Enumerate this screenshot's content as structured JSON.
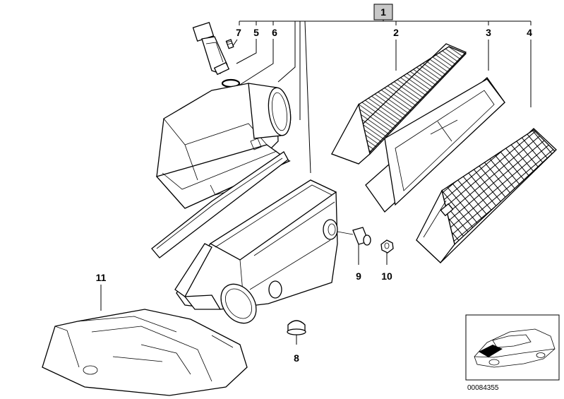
{
  "callouts": {
    "c1": "1",
    "c2": "2",
    "c3": "3",
    "c4": "4",
    "c5": "5",
    "c6": "6",
    "c7": "7",
    "c8": "8",
    "c9": "9",
    "c10": "10",
    "c11": "11"
  },
  "reference_number": "00084355"
}
